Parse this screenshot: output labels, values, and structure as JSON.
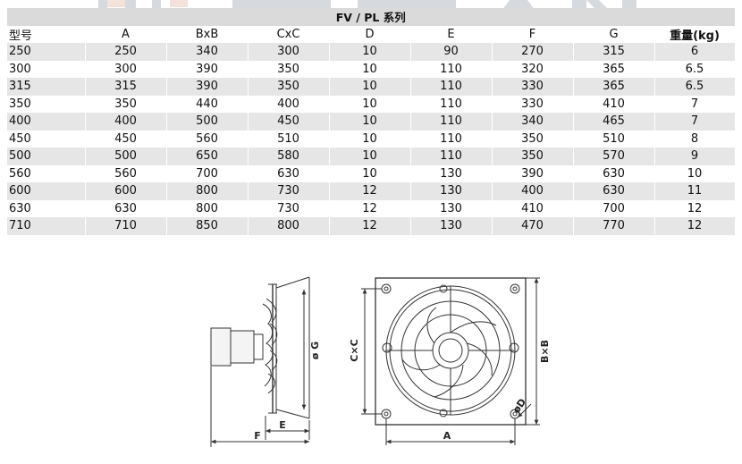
{
  "table": {
    "title": "FV / PL 系列",
    "headers": [
      "型号",
      "A",
      "BxB",
      "CxC",
      "D",
      "E",
      "F",
      "G",
      "重量(kg)"
    ],
    "rows": [
      [
        "250",
        "250",
        "340",
        "300",
        "10",
        "90",
        "270",
        "315",
        "6"
      ],
      [
        "300",
        "300",
        "390",
        "350",
        "10",
        "110",
        "320",
        "365",
        "6.5"
      ],
      [
        "315",
        "315",
        "390",
        "350",
        "10",
        "110",
        "330",
        "365",
        "6.5"
      ],
      [
        "350",
        "350",
        "440",
        "400",
        "10",
        "110",
        "330",
        "410",
        "7"
      ],
      [
        "400",
        "400",
        "500",
        "450",
        "10",
        "110",
        "340",
        "465",
        "7"
      ],
      [
        "450",
        "450",
        "560",
        "510",
        "10",
        "110",
        "350",
        "510",
        "8"
      ],
      [
        "500",
        "500",
        "650",
        "580",
        "10",
        "110",
        "350",
        "570",
        "9"
      ],
      [
        "560",
        "560",
        "700",
        "630",
        "10",
        "130",
        "390",
        "630",
        "10"
      ],
      [
        "600",
        "600",
        "800",
        "730",
        "12",
        "130",
        "400",
        "630",
        "11"
      ],
      [
        "630",
        "630",
        "800",
        "730",
        "12",
        "130",
        "410",
        "700",
        "12"
      ],
      [
        "710",
        "710",
        "850",
        "800",
        "12",
        "130",
        "470",
        "770",
        "12"
      ]
    ]
  },
  "drawing": {
    "side_labels": {
      "g": "ø G",
      "e": "E",
      "f": "F"
    },
    "front_labels": {
      "c": "C×C",
      "b": "B×B",
      "a": "A",
      "d": "øD"
    }
  },
  "colors": {
    "row_shade": "#e6e6e6",
    "title_shade": "#dadada",
    "watermark": "#c9cdd3"
  }
}
